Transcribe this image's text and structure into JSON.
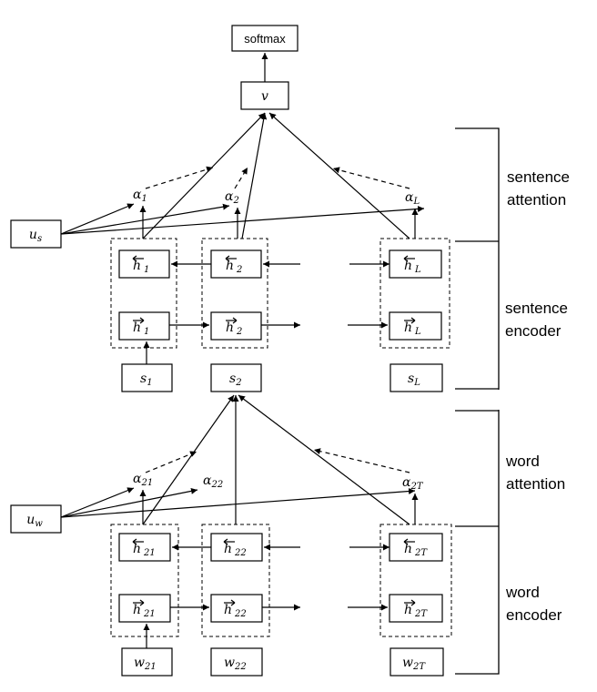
{
  "output": {
    "softmax": "softmax",
    "v": "v"
  },
  "sentence": {
    "context": {
      "base": "u",
      "sub": "s"
    },
    "alphas": [
      {
        "base": "α",
        "sub": "1"
      },
      {
        "base": "α",
        "sub": "2"
      },
      {
        "base": "α",
        "sub": "L"
      }
    ],
    "backward": [
      {
        "base": "h",
        "sub": "1"
      },
      {
        "base": "h",
        "sub": "2"
      },
      {
        "base": "h",
        "sub": "L"
      }
    ],
    "forward": [
      {
        "base": "h",
        "sub": "1"
      },
      {
        "base": "h",
        "sub": "2"
      },
      {
        "base": "h",
        "sub": "L"
      }
    ],
    "inputs": [
      {
        "base": "s",
        "sub": "1"
      },
      {
        "base": "s",
        "sub": "2"
      },
      {
        "base": "s",
        "sub": "L"
      }
    ]
  },
  "word": {
    "context": {
      "base": "u",
      "sub": "w"
    },
    "alphas": [
      {
        "base": "α",
        "sub": "21"
      },
      {
        "base": "α",
        "sub": "22"
      },
      {
        "base": "α",
        "sub": "2T"
      }
    ],
    "backward": [
      {
        "base": "h",
        "sub": "21"
      },
      {
        "base": "h",
        "sub": "22"
      },
      {
        "base": "h",
        "sub": "2T"
      }
    ],
    "forward": [
      {
        "base": "h",
        "sub": "21"
      },
      {
        "base": "h",
        "sub": "22"
      },
      {
        "base": "h",
        "sub": "2T"
      }
    ],
    "inputs": [
      {
        "base": "w",
        "sub": "21"
      },
      {
        "base": "w",
        "sub": "22"
      },
      {
        "base": "w",
        "sub": "2T"
      }
    ]
  },
  "side_labels": {
    "sentence_attention": [
      "sentence",
      "attention"
    ],
    "sentence_encoder": [
      "sentence",
      "encoder"
    ],
    "word_attention": [
      "word",
      "attention"
    ],
    "word_encoder": [
      "word",
      "encoder"
    ]
  }
}
